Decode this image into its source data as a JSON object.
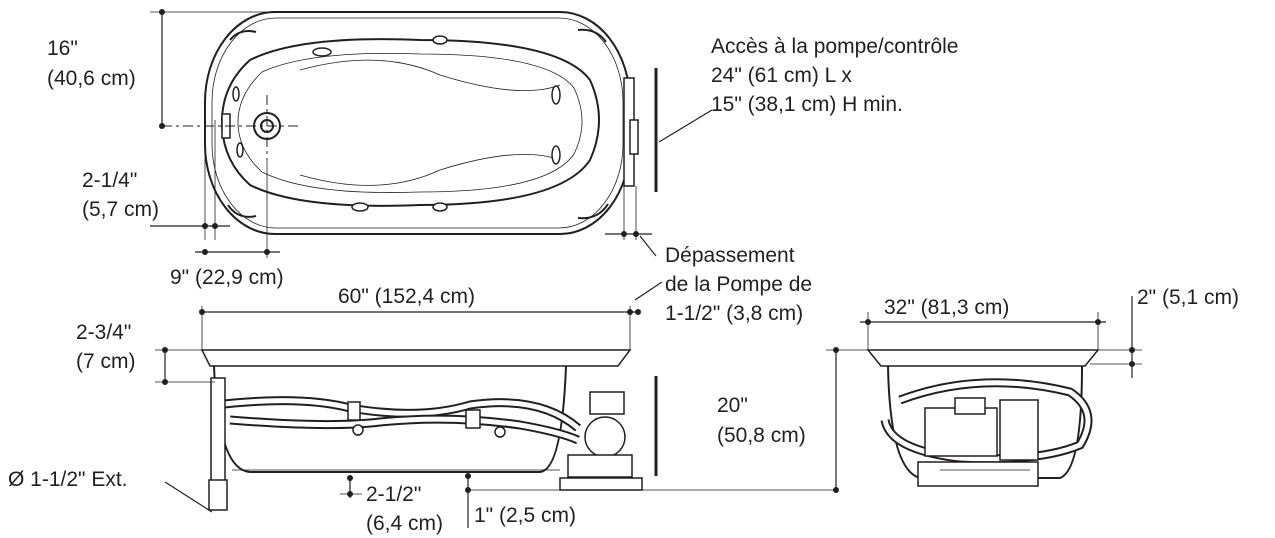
{
  "labels": {
    "top_height_in": "16\"",
    "top_height_cm": "(40,6 cm)",
    "drain_offset_in": "2-1/4\"",
    "drain_offset_cm": "(5,7 cm)",
    "drain_center": "9\" (22,9 cm)",
    "access_line1": "Accès à la pompe/contrôle",
    "access_line2": "24\" (61 cm) L x",
    "access_line3": "15\" (38,1 cm) H min.",
    "overhang_line1": "Dépassement",
    "overhang_line2": "de la Pompe de",
    "overhang_line3": "1-1/2\" (3,8 cm)",
    "length": "60\" (152,4 cm)",
    "rim_height_in": "2-3/4\"",
    "rim_height_cm": "(7 cm)",
    "pipe_diameter": "Ø 1-1/2\" Ext.",
    "drain_height_in": "2-1/2\"",
    "drain_height_cm": "(6,4 cm)",
    "base_offset": "1\" (2,5 cm)",
    "total_height_in": "20\"",
    "total_height_cm": "(50,8 cm)",
    "width": "32\" (81,3 cm)",
    "rim_top": "2\" (5,1 cm)"
  }
}
